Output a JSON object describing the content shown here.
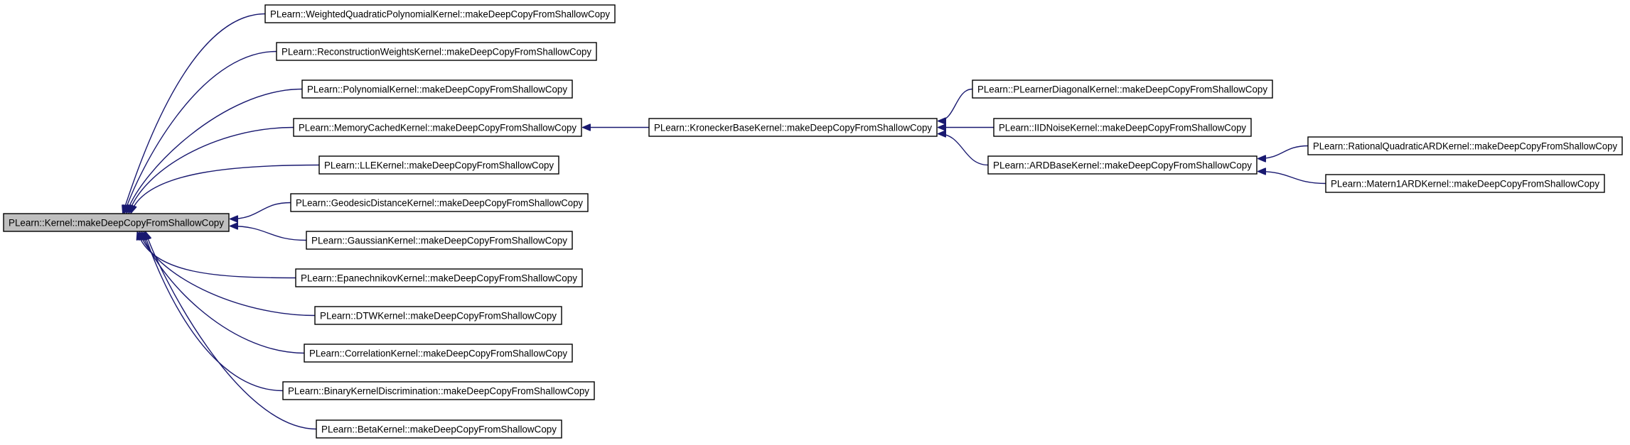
{
  "diagram": {
    "colors": {
      "edge": "#191970",
      "root_fill": "#bfbfbf",
      "node_fill": "#ffffff",
      "border": "#000000"
    },
    "nodes": [
      {
        "id": "kernel",
        "label": "PLearn::Kernel::makeDeepCopyFromShallowCopy",
        "highlighted": true
      },
      {
        "id": "wqpk",
        "label": "PLearn::WeightedQuadraticPolynomialKernel::makeDeepCopyFromShallowCopy"
      },
      {
        "id": "rwk",
        "label": "PLearn::ReconstructionWeightsKernel::makeDeepCopyFromShallowCopy"
      },
      {
        "id": "pk",
        "label": "PLearn::PolynomialKernel::makeDeepCopyFromShallowCopy"
      },
      {
        "id": "mck",
        "label": "PLearn::MemoryCachedKernel::makeDeepCopyFromShallowCopy"
      },
      {
        "id": "llek",
        "label": "PLearn::LLEKernel::makeDeepCopyFromShallowCopy"
      },
      {
        "id": "gdk",
        "label": "PLearn::GeodesicDistanceKernel::makeDeepCopyFromShallowCopy"
      },
      {
        "id": "gk",
        "label": "PLearn::GaussianKernel::makeDeepCopyFromShallowCopy"
      },
      {
        "id": "ek",
        "label": "PLearn::EpanechnikovKernel::makeDeepCopyFromShallowCopy"
      },
      {
        "id": "dtwk",
        "label": "PLearn::DTWKernel::makeDeepCopyFromShallowCopy"
      },
      {
        "id": "ck",
        "label": "PLearn::CorrelationKernel::makeDeepCopyFromShallowCopy"
      },
      {
        "id": "bkd",
        "label": "PLearn::BinaryKernelDiscrimination::makeDeepCopyFromShallowCopy"
      },
      {
        "id": "bk",
        "label": "PLearn::BetaKernel::makeDeepCopyFromShallowCopy"
      },
      {
        "id": "kbk",
        "label": "PLearn::KroneckerBaseKernel::makeDeepCopyFromShallowCopy"
      },
      {
        "id": "pldk",
        "label": "PLearn::PLearnerDiagonalKernel::makeDeepCopyFromShallowCopy"
      },
      {
        "id": "iidk",
        "label": "PLearn::IIDNoiseKernel::makeDeepCopyFromShallowCopy"
      },
      {
        "id": "ardk",
        "label": "PLearn::ARDBaseKernel::makeDeepCopyFromShallowCopy"
      },
      {
        "id": "rqard",
        "label": "PLearn::RationalQuadraticARDKernel::makeDeepCopyFromShallowCopy"
      },
      {
        "id": "m1ard",
        "label": "PLearn::Matern1ARDKernel::makeDeepCopyFromShallowCopy"
      }
    ],
    "edges": [
      {
        "from": "wqpk",
        "to": "kernel"
      },
      {
        "from": "rwk",
        "to": "kernel"
      },
      {
        "from": "pk",
        "to": "kernel"
      },
      {
        "from": "mck",
        "to": "kernel"
      },
      {
        "from": "llek",
        "to": "kernel"
      },
      {
        "from": "gdk",
        "to": "kernel"
      },
      {
        "from": "gk",
        "to": "kernel"
      },
      {
        "from": "ek",
        "to": "kernel"
      },
      {
        "from": "dtwk",
        "to": "kernel"
      },
      {
        "from": "ck",
        "to": "kernel"
      },
      {
        "from": "bkd",
        "to": "kernel"
      },
      {
        "from": "bk",
        "to": "kernel"
      },
      {
        "from": "kbk",
        "to": "mck"
      },
      {
        "from": "pldk",
        "to": "kbk"
      },
      {
        "from": "iidk",
        "to": "kbk"
      },
      {
        "from": "ardk",
        "to": "kbk"
      },
      {
        "from": "rqard",
        "to": "ardk"
      },
      {
        "from": "m1ard",
        "to": "ardk"
      }
    ]
  }
}
